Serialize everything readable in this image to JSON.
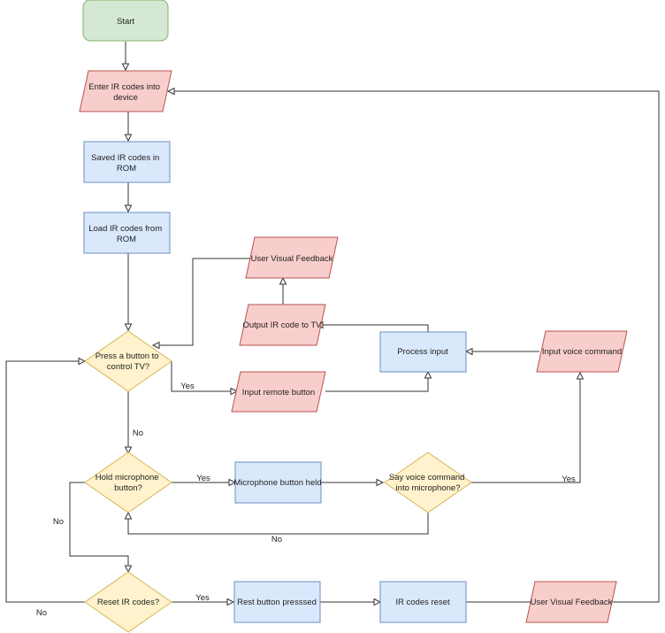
{
  "colors": {
    "terminal_fill": "#d5e8d4",
    "terminal_stroke": "#82b366",
    "io_fill": "#f8cecc",
    "io_stroke": "#b85450",
    "process_fill": "#dae8fc",
    "process_stroke": "#6c8ebf",
    "decision_fill": "#fff2cc",
    "decision_stroke": "#d6b656",
    "edge": "#333333"
  },
  "nodes": {
    "start": [
      "Start"
    ],
    "enter_ir": [
      "Enter IR codes into",
      "device"
    ],
    "saved_ir": [
      "Saved IR codes in",
      "ROM"
    ],
    "load_ir": [
      "Load IR codes from",
      "ROM"
    ],
    "feedback_top": [
      "User Visual Feedback"
    ],
    "output_ir": [
      "Output IR code to TV"
    ],
    "process_input": [
      "Process input"
    ],
    "input_voice": [
      "Input voice command"
    ],
    "press_button": [
      "Press a button to",
      "control TV?"
    ],
    "input_remote": [
      "Input remote button"
    ],
    "hold_mic": [
      "Hold microphone",
      "button?"
    ],
    "mic_held": [
      "Microphone button held"
    ],
    "say_voice": [
      "Say voice command",
      "into microphone?"
    ],
    "reset_q": [
      "Reset IR codes?"
    ],
    "reset_pressed": [
      "Rest button presssed"
    ],
    "ir_reset": [
      "IR codes reset"
    ],
    "feedback_bottom": [
      "User Visual Feedback"
    ]
  },
  "edge_labels": {
    "press_yes": "Yes",
    "press_no": "No",
    "hold_yes": "Yes",
    "hold_no": "No",
    "say_yes": "Yes",
    "say_no": "No",
    "reset_yes": "Yes",
    "reset_no": "No"
  }
}
